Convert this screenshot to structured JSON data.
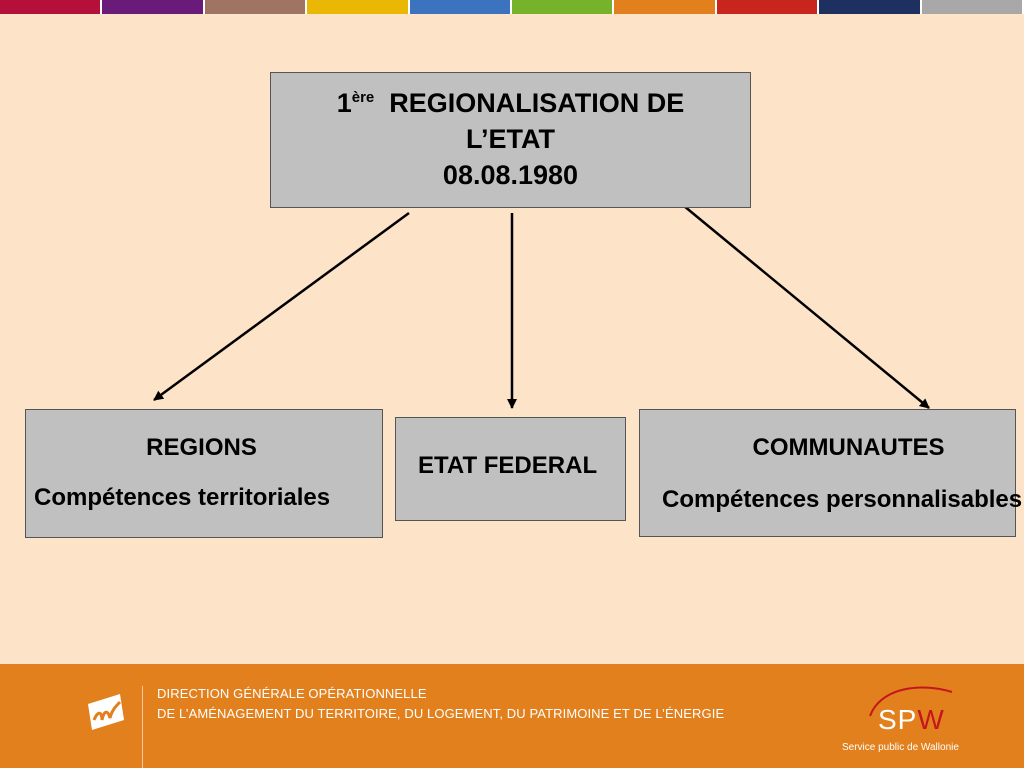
{
  "colors": {
    "background": "#fde3c8",
    "box_fill": "#c0c0c0",
    "footer": "#e2801e",
    "top_bar": [
      "#b4103a",
      "#6a1b7a",
      "#a07463",
      "#e9b704",
      "#3b73bf",
      "#77b22c",
      "#e2801e",
      "#c8261c",
      "#1e305f",
      "#a8a8a8"
    ]
  },
  "diagram": {
    "top": {
      "ordinal_number": "1",
      "ordinal_suffix": "ère",
      "title_line1": "REGIONALISATION DE",
      "title_line2": "L’ETAT",
      "date": "08.08.1980"
    },
    "regions": {
      "title": "REGIONS",
      "subtitle": "Compétences territoriales"
    },
    "etat": {
      "title": "ETAT FEDERAL"
    },
    "communautes": {
      "title": "COMMUNAUTES",
      "subtitle": "Compétences personnalisables"
    },
    "edges": [
      {
        "from": "top",
        "to": "regions"
      },
      {
        "from": "top",
        "to": "etat"
      },
      {
        "from": "top",
        "to": "communautes"
      }
    ]
  },
  "footer": {
    "direction_line1": "DIRECTION GÉNÉRALE OPÉRATIONNELLE",
    "direction_line2": "DE L’AMÉNAGEMENT DU TERRITOIRE, DU LOGEMENT, DU PATRIMOINE ET DE L’ÉNERGIE",
    "brand_sp": "SP",
    "brand_w": "W",
    "brand_caption": "Service public de Wallonie"
  }
}
